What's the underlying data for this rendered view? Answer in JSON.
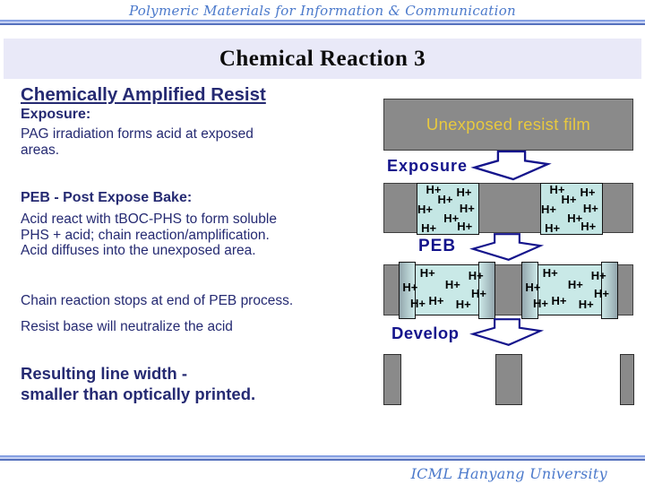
{
  "header": {
    "text": "Polymeric Materials for Information & Communication"
  },
  "title": {
    "text": "Chemical Reaction 3"
  },
  "content": {
    "paragraphs": [
      {
        "text": "Chemically Amplified Resist"
      },
      {
        "text": "Exposure:"
      },
      {
        "text": "PAG irradiation forms acid at exposed\nareas."
      },
      {
        "text": "PEB - Post Expose Bake:"
      },
      {
        "text": "Acid react with tBOC-PHS to form soluble\nPHS + acid; chain reaction/amplification.\nAcid diffuses into the unexposed area."
      },
      {
        "text": "Chain reaction stops at end of PEB process."
      },
      {
        "text": "Resist base will neutralize the acid"
      },
      {
        "text": "Resulting line width -\nsmaller than optically printed."
      }
    ]
  },
  "diagram": {
    "film_label": "Unexposed resist film",
    "steps": [
      "Exposure",
      "PEB",
      "Develop"
    ],
    "ion": "H+",
    "ions_exposure": [
      [
        0.14,
        0.0
      ],
      [
        0.64,
        0.06
      ],
      [
        0.33,
        0.2
      ],
      [
        0.0,
        0.4
      ],
      [
        0.69,
        0.38
      ],
      [
        0.43,
        0.58
      ],
      [
        0.06,
        0.76
      ],
      [
        0.65,
        0.74
      ]
    ],
    "ions_peb": [
      [
        0.22,
        0.05
      ],
      [
        0.72,
        0.11
      ],
      [
        0.48,
        0.28
      ],
      [
        0.04,
        0.33
      ],
      [
        0.75,
        0.46
      ],
      [
        0.12,
        0.65
      ],
      [
        0.31,
        0.6
      ],
      [
        0.59,
        0.66
      ]
    ]
  },
  "footer": {
    "text": "ICML Hanyang University"
  },
  "colors": {
    "accent_navy": "#14148c",
    "body_text_navy": "#252a72",
    "resist_gray": "#8a8a8a",
    "exposed_blue": "#c9e9e7",
    "film_label_yellow": "#e8c93f",
    "script_blue": "#4b79cb",
    "title_bar_lavender": "#e9e9f8"
  }
}
